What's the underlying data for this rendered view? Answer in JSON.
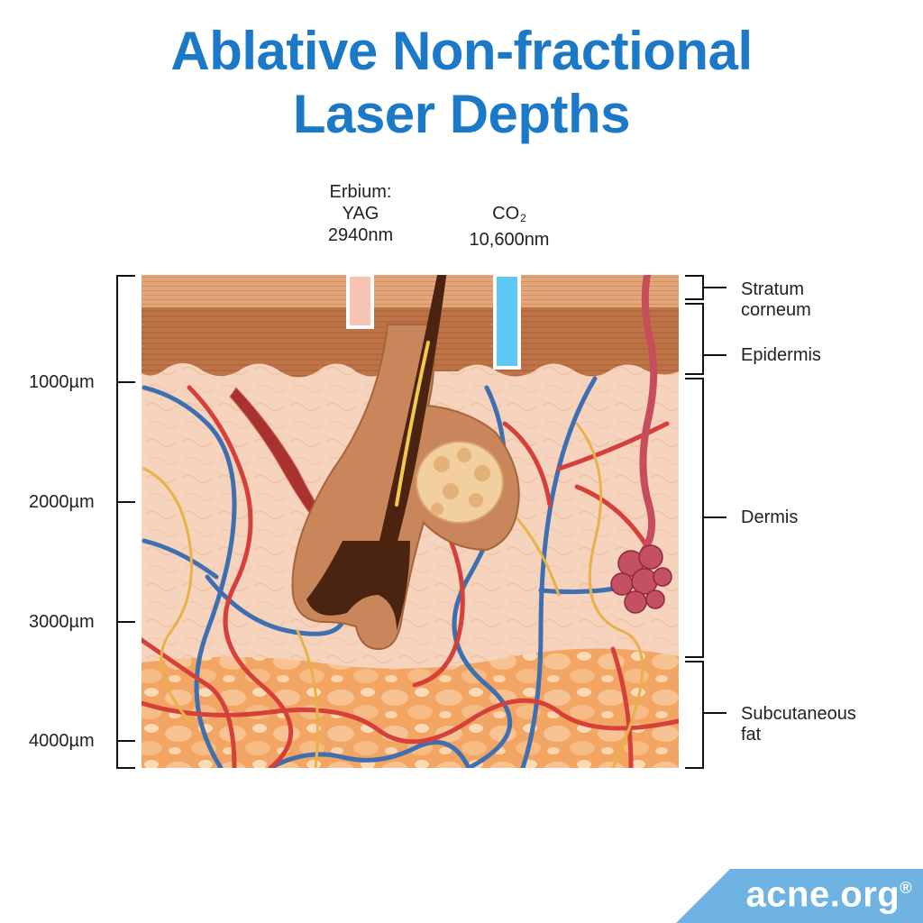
{
  "title": {
    "line1": "Ablative Non-fractional",
    "line2": "Laser Depths"
  },
  "lasers": [
    {
      "name_line1": "Erbium:",
      "name_line2": "YAG",
      "wavelength": "2940nm",
      "color": "#f7c3b3"
    },
    {
      "name_prefix": "CO",
      "name_subscript": "2",
      "wavelength": "10,600nm",
      "color": "#5ec8f6"
    }
  ],
  "depth_scale": [
    "1000µm",
    "2000µm",
    "3000µm",
    "4000µm"
  ],
  "layers": {
    "stratum_corneum": [
      "Stratum",
      "corneum"
    ],
    "epidermis": "Epidermis",
    "dermis": "Dermis",
    "subcutaneous_fat": [
      "Subcutaneous",
      "fat"
    ]
  },
  "colors": {
    "title": "#1b79c8",
    "stratum": "#e0a276",
    "epidermis": "#b86a3f",
    "dermis": "#f6d3bd",
    "fat": "#f4a662",
    "artery": "#d6403a",
    "vein": "#3e6fb0",
    "nerve": "#e8b248",
    "hair": "#4a2410",
    "logo_bg": "#6fb3e2"
  },
  "logo": {
    "text": "acne.org",
    "mark": "®"
  }
}
